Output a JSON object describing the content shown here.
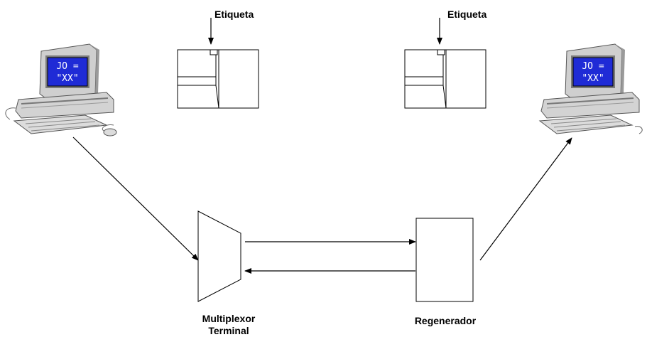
{
  "frame_labels": {
    "left": "Etiqueta",
    "right": "Etiqueta"
  },
  "computers": {
    "left": {
      "screen_line1": "JO =",
      "screen_line2": "\"XX\""
    },
    "right": {
      "screen_line1": "JO =",
      "screen_line2": "\"XX\""
    }
  },
  "devices": {
    "multiplexor": {
      "label_line1": "Multiplexor",
      "label_line2": "Terminal"
    },
    "regenerador": {
      "label": "Regenerador"
    }
  },
  "colors": {
    "screen": "#1f2bd6",
    "computer_body": "#c8c8c8",
    "line": "#000000"
  }
}
